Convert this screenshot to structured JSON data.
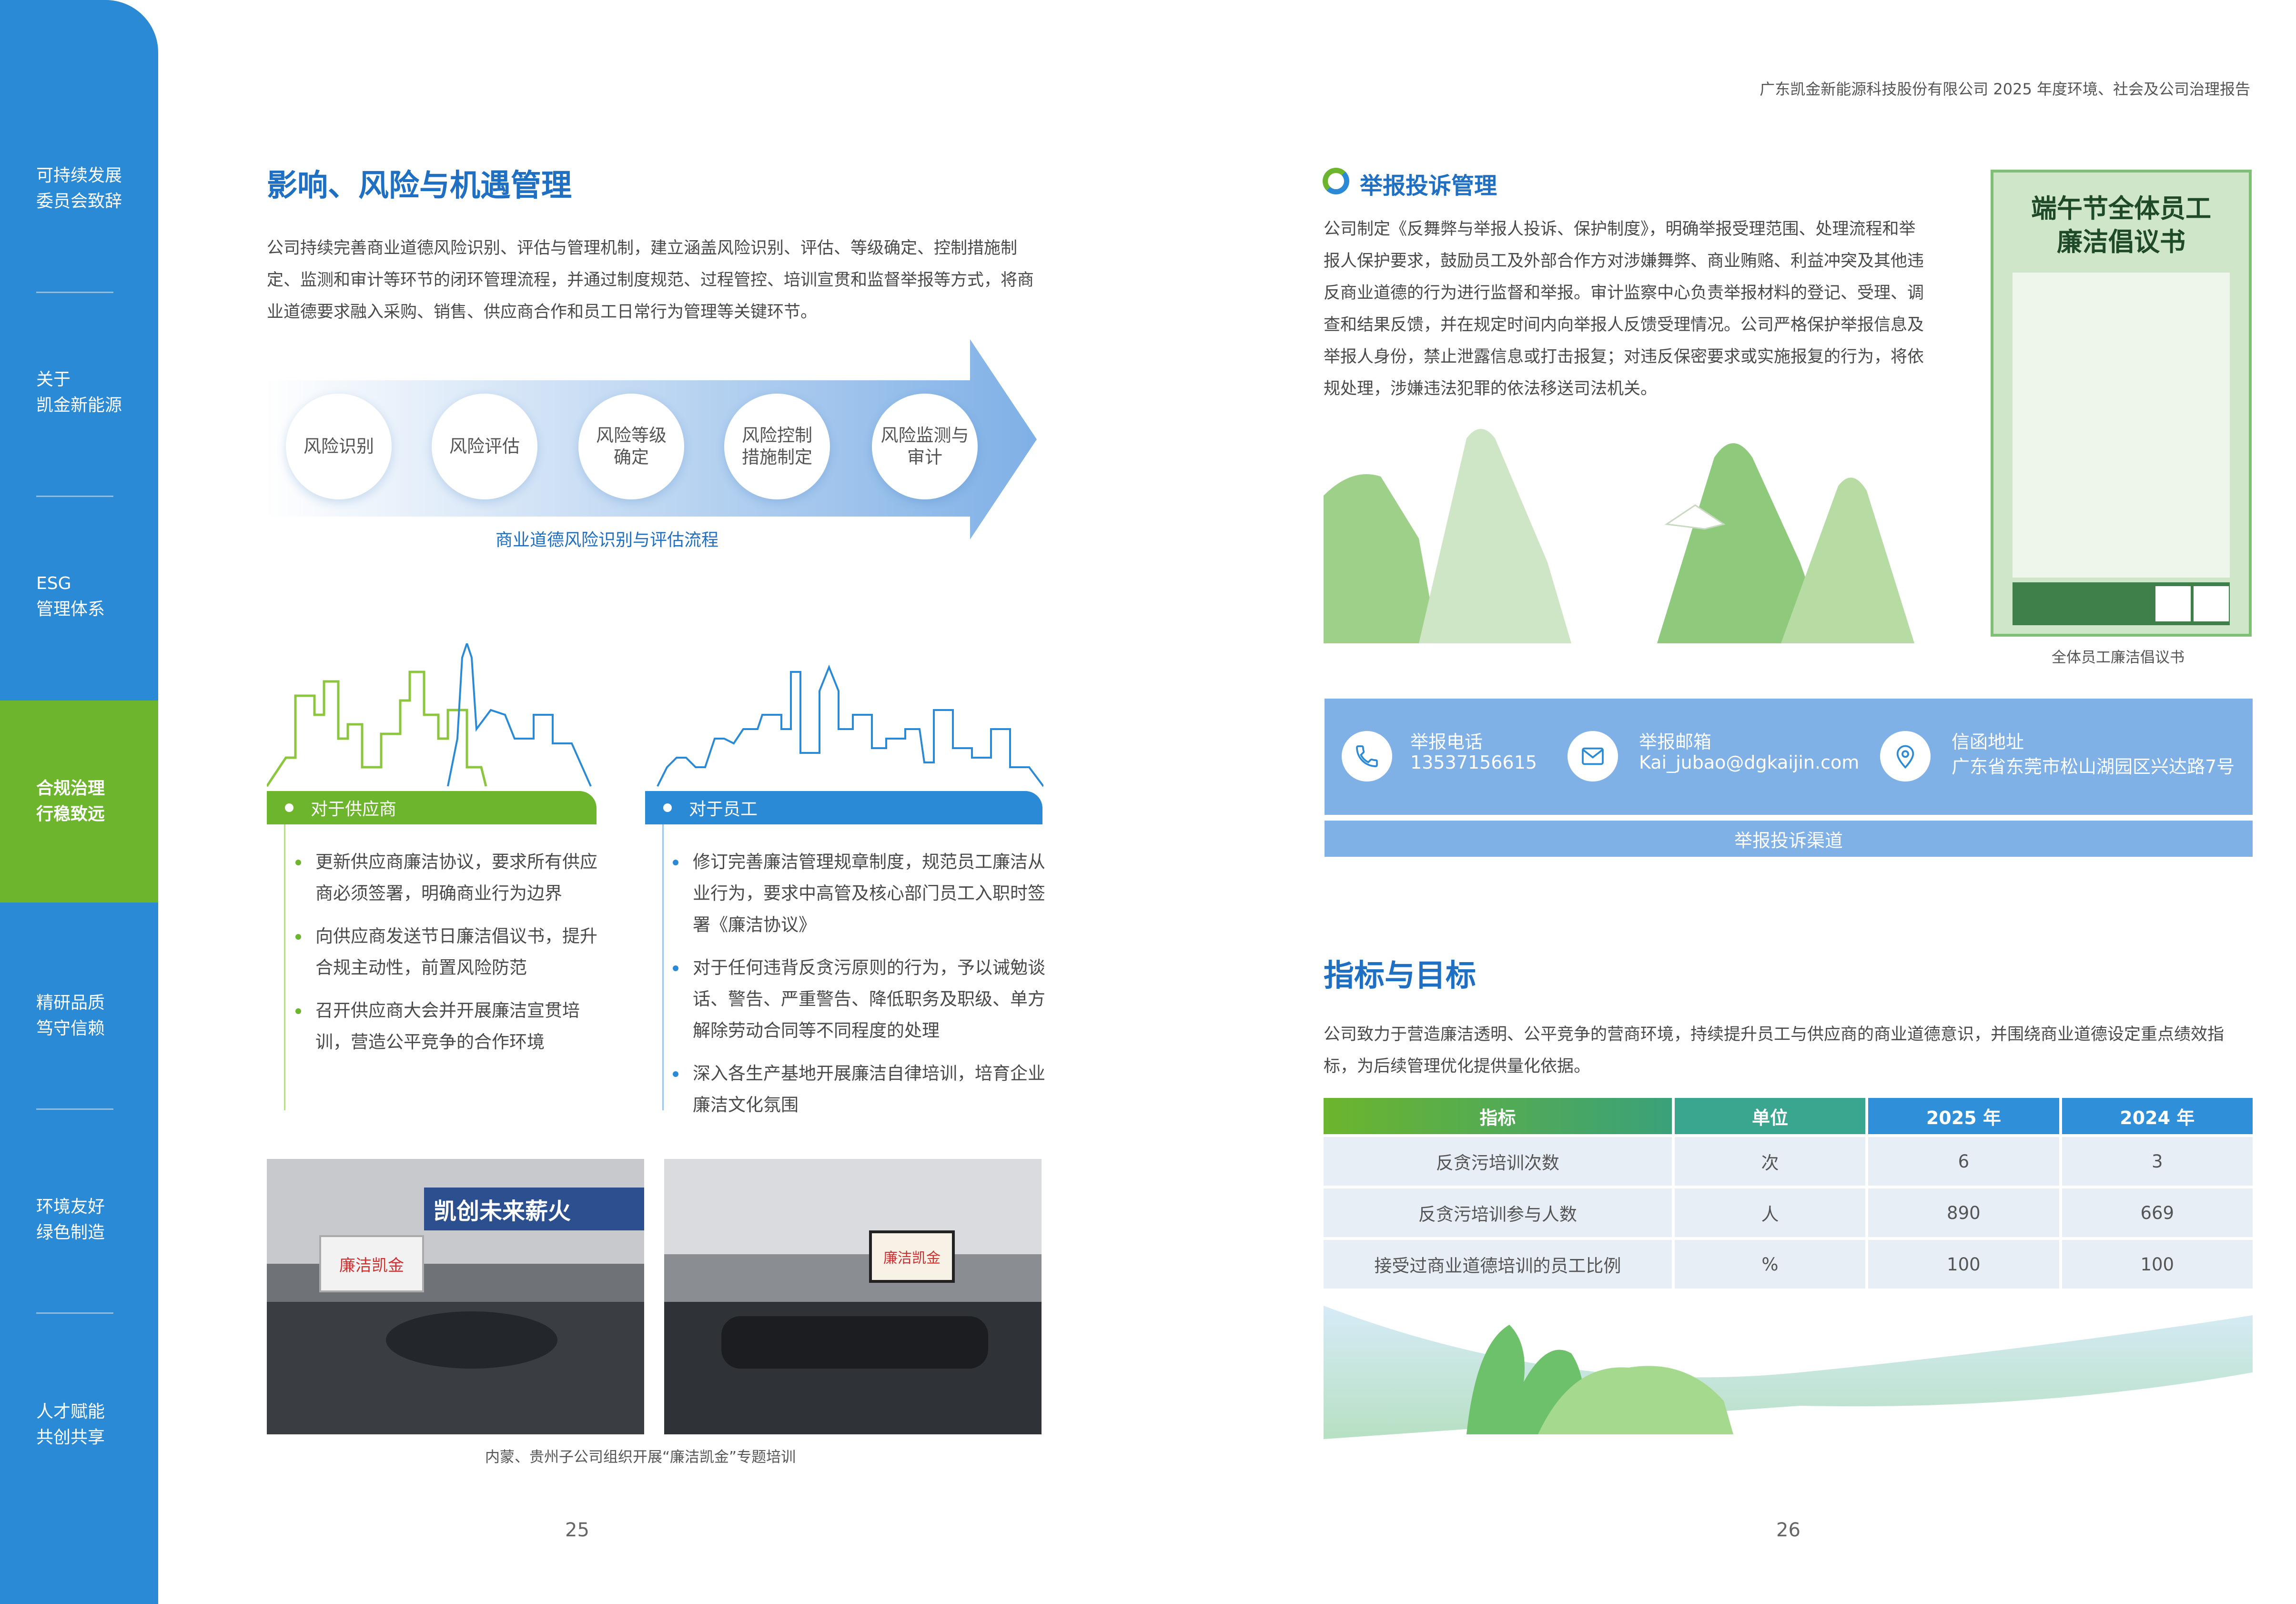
{
  "header": {
    "report_title": "广东凯金新能源科技股份有限公司  2025 年度环境、社会及公司治理报告"
  },
  "sidebar": {
    "items": [
      {
        "line1": "可持续发展",
        "line2": "委员会致辞"
      },
      {
        "line1": "关于",
        "line2": "凯金新能源"
      },
      {
        "line1": "ESG",
        "line2": "管理体系"
      },
      {
        "line1": "合规治理",
        "line2": "行稳致远"
      },
      {
        "line1": "精研品质",
        "line2": "笃守信赖"
      },
      {
        "line1": "环境友好",
        "line2": "绿色制造"
      },
      {
        "line1": "人才赋能",
        "line2": "共创共享"
      }
    ],
    "active_index": 3
  },
  "left_page": {
    "title": "影响、风险与机遇管理",
    "intro": "公司持续完善商业道德风险识别、评估与管理机制，建立涵盖风险识别、评估、等级确定、控制措施制定、监测和审计等环节的闭环管理流程，并通过制度规范、过程管控、培训宣贯和监督举报等方式，将商业道德要求融入采购、销售、供应商合作和员工日常行为管理等关键环节。",
    "process_steps": [
      {
        "line1": "风险识别",
        "line2": ""
      },
      {
        "line1": "风险评估",
        "line2": ""
      },
      {
        "line1": "风险等级",
        "line2": "确定"
      },
      {
        "line1": "风险控制",
        "line2": "措施制定"
      },
      {
        "line1": "风险监测与",
        "line2": "审计"
      }
    ],
    "process_caption": "商业道德风险识别与评估流程",
    "supplier_tab": "对于供应商",
    "supplier_items": [
      "更新供应商廉洁协议，要求所有供应商必须签署，明确商业行为边界",
      "向供应商发送节日廉洁倡议书，提升合规主动性，前置风险防范",
      "召开供应商大会并开展廉洁宣贯培训，营造公平竞争的合作环境"
    ],
    "employee_tab": "对于员工",
    "employee_items": [
      "修订完善廉洁管理规章制度，规范员工廉洁从业行为，要求中高管及核心部门员工入职时签署《廉洁协议》",
      "对于任何违背反贪污原则的行为，予以诫勉谈话、警告、严重警告、降低职务及职级、单方解除劳动合同等不同程度的处理",
      "深入各生产基地开展廉洁自律培训，培育企业廉洁文化氛围"
    ],
    "photo_banner_text": "凯创未来薪火",
    "photo_screen_text": "廉洁凯金",
    "photo_caption": "内蒙、贵州子公司组织开展“廉洁凯金”专题培训",
    "page_number": "25"
  },
  "right_page": {
    "report_section_title": "举报投诉管理",
    "report_text": "公司制定《反舞弊与举报人投诉、保护制度》，明确举报受理范围、处理流程和举报人保护要求，鼓励员工及外部合作方对涉嫌舞弊、商业贿赂、利益冲突及其他违反商业道德的行为进行监督和举报。审计监察中心负责举报材料的登记、受理、调查和结果反馈，并在规定时间内向举报人反馈受理情况。公司严格保护举报信息及举报人身份，禁止泄露信息或打击报复；对违反保密要求或实施报复的行为，将依规处理，涉嫌违法犯罪的依法移送司法机关。",
    "poster": {
      "title_line1": "端午节全体员工",
      "title_line2": "廉洁倡议书"
    },
    "poster_caption": "全体员工廉洁倡议书",
    "contacts": [
      {
        "icon": "phone-icon",
        "label": "举报电话",
        "value": "13537156615"
      },
      {
        "icon": "mail-icon",
        "label": "举报邮箱",
        "value": "Kai_jubao@dgkaijin.com"
      },
      {
        "icon": "location-pin-icon",
        "label": "信函地址",
        "value": "广东省东莞市松山湖园区兴达路7号"
      }
    ],
    "contact_title": "举报投诉渠道",
    "metrics_title": "指标与目标",
    "metrics_intro": "公司致力于营造廉洁透明、公平竞争的营商环境，持续提升员工与供应商的商业道德意识，并围绕商业道德设定重点绩效指标，为后续管理优化提供量化依据。",
    "table": {
      "headers": [
        "指标",
        "单位",
        "2025 年",
        "2024 年"
      ],
      "rows": [
        [
          "反贪污培训次数",
          "次",
          "6",
          "3"
        ],
        [
          "反贪污培训参与人数",
          "人",
          "890",
          "669"
        ],
        [
          "接受过商业道德培训的员工比例",
          "%",
          "100",
          "100"
        ]
      ]
    },
    "page_number": "26"
  },
  "colors": {
    "sidebar_blue": "#2b8ad6",
    "active_green": "#6cb52d",
    "title_blue": "#1f6fc2",
    "contact_blue": "#7fb0e6"
  }
}
